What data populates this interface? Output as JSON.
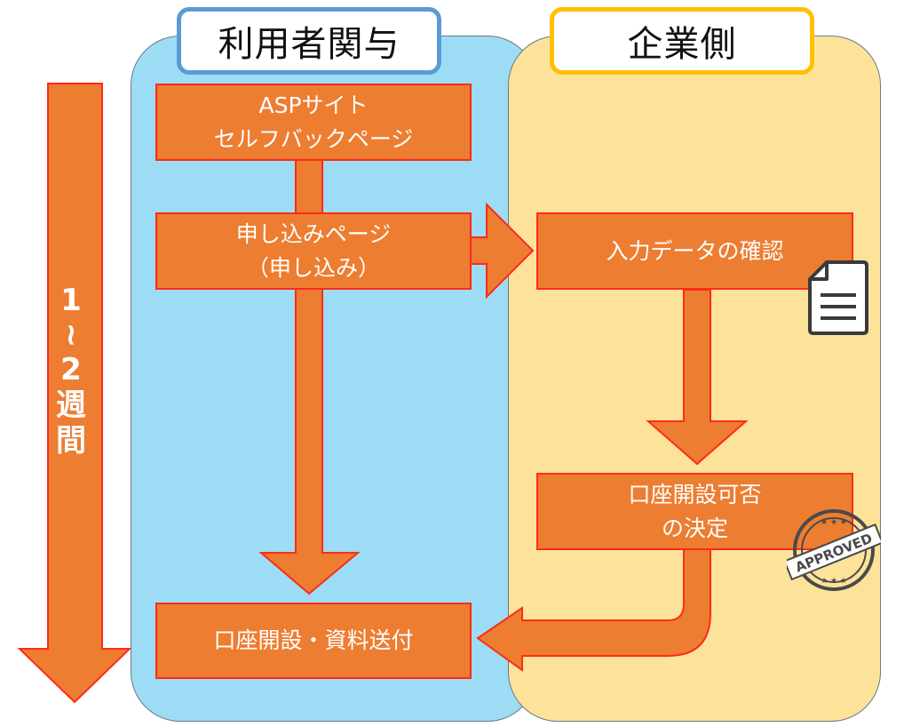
{
  "lanes": {
    "user": {
      "title": "利用者関与"
    },
    "company": {
      "title": "企業側"
    }
  },
  "period": {
    "line1": "1",
    "tilde": "~",
    "line3": "2",
    "line4": "週",
    "line5": "間"
  },
  "steps": {
    "asp": {
      "line1": "ASPサイト",
      "line2": "セルフバックページ"
    },
    "apply": {
      "line1": "申し込みページ",
      "line2": "（申し込み）"
    },
    "confirm": {
      "line1": "入力データの確認"
    },
    "decide": {
      "line1": "口座開設可否",
      "line2": "の決定"
    },
    "open": {
      "line1": "口座開設・資料送付"
    }
  },
  "stamp": {
    "text": "APPROVED"
  },
  "colors": {
    "user_lane": "#9ddcf5",
    "company_lane": "#fde39a",
    "user_header_border": "#5b9bd5",
    "company_header_border": "#ffc000",
    "step_fill": "#ed7d31",
    "step_border": "#ff2a1a"
  },
  "icons": {
    "document": "document-icon",
    "stamp": "approved-stamp-icon"
  }
}
